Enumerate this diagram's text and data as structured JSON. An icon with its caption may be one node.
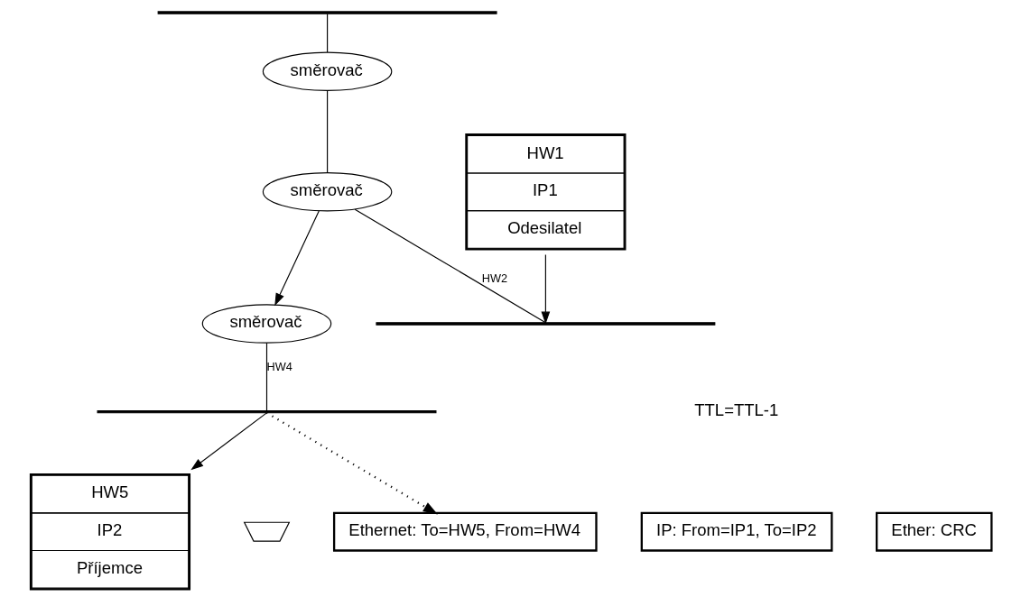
{
  "diagram": {
    "nodes": [
      {
        "text": [],
        "shape": "bar"
      },
      {
        "text": [
          "směrovač"
        ]
      },
      {
        "text": [
          "směrovač"
        ]
      },
      {
        "text": [
          "směrovač"
        ]
      },
      {
        "text": [],
        "shape": "bar"
      },
      {
        "text": [],
        "shape": "bar"
      },
      {
        "text": [
          "HW1",
          "IP1",
          "Odesilatel"
        ]
      },
      {
        "text": [
          "HW5",
          "IP2",
          "Příjemce"
        ]
      },
      {
        "text": [],
        "shape": "trapezoid"
      },
      {
        "text": [
          "Ethernet: To=HW5, From=HW4"
        ]
      },
      {
        "text": [
          "IP: From=IP1, To=IP2"
        ]
      },
      {
        "text": [
          "Ether: CRC"
        ]
      }
    ],
    "edges": [
      {
        "from": 0,
        "to": 1,
        "arrow": "none"
      },
      {
        "from": 1,
        "to": 2,
        "arrow": "none"
      },
      {
        "from": 2,
        "to": 3,
        "arrow": "to"
      },
      {
        "from": 3,
        "to": 4,
        "arrow": "none",
        "label": "HW4"
      },
      {
        "from": 2,
        "to": 5,
        "arrow": "none",
        "label": "HW2"
      },
      {
        "from": 6,
        "to": 5,
        "arrow": "to"
      },
      {
        "from": 4,
        "to": 7,
        "arrow": "to"
      },
      {
        "from": 4,
        "to": 9,
        "arrow": "to",
        "style": "dashed"
      }
    ],
    "labels": [
      "TTL=TTL-1"
    ]
  }
}
